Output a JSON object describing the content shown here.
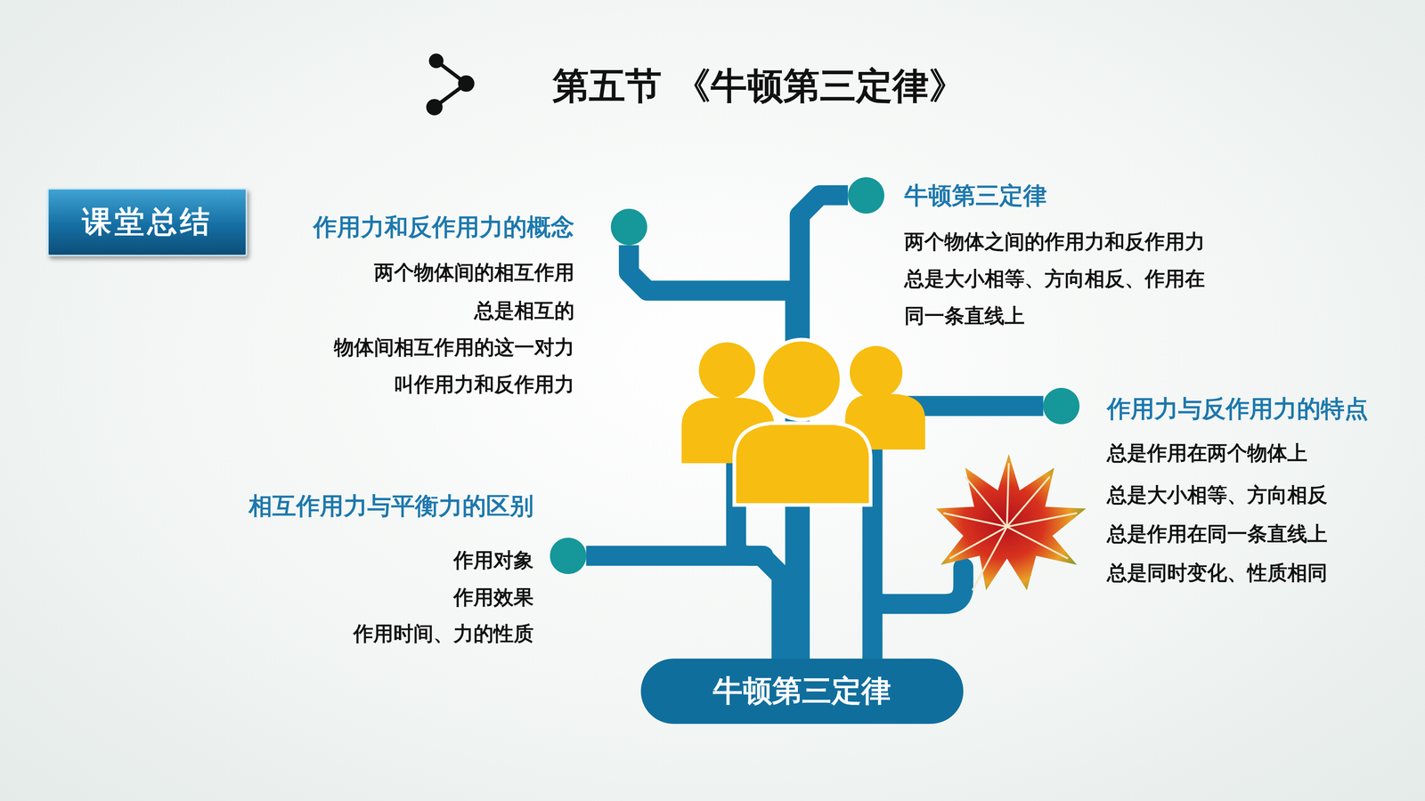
{
  "diagram": {
    "title": "第五节 《牛顿第三定律》",
    "nodes": [
      {
        "text": [
          "课堂总结"
        ]
      },
      {
        "text": [
          "作用力和反作用力的概念",
          "两个物体间的相互作用",
          "总是相互的",
          "物体间相互作用的这一对力 叫作用力和反作用力"
        ]
      },
      {
        "text": [
          "牛顿第三定律",
          "两个物体之间的作用力和反作用力 总是大小相等、方向相反、作用在 同一条直线上"
        ]
      },
      {
        "text": [
          "作用力与反作用力的特点",
          "总是作用在两个物体上",
          "总是大小相等、方向相反",
          "总是作用在同一条直线上",
          "总是同时变化、性质相同"
        ]
      },
      {
        "text": [
          "相互作用力与平衡力的区别",
          "作用对象",
          "作用效果",
          "作用时间、力的性质"
        ]
      },
      {
        "text": [
          "牛顿第三定律"
        ]
      }
    ],
    "edges": [
      {
        "from": 5,
        "to": 1,
        "arrow": "none"
      },
      {
        "from": 5,
        "to": 2,
        "arrow": "none"
      },
      {
        "from": 5,
        "to": 3,
        "arrow": "none"
      },
      {
        "from": 5,
        "to": 4,
        "arrow": "none"
      }
    ]
  }
}
